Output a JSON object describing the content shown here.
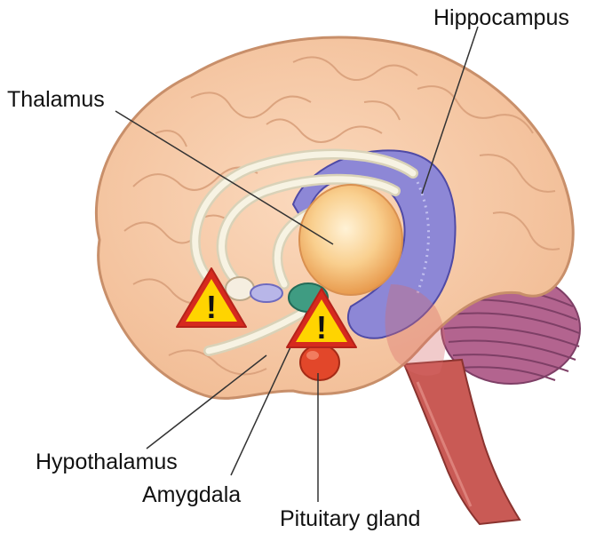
{
  "labels": {
    "hippocampus": "Hippocampus",
    "thalamus": "Thalamus",
    "hypothalamus": "Hypothalamus",
    "amygdala": "Amygdala",
    "pituitary": "Pituitary gland"
  },
  "warning": {
    "symbol": "!",
    "fill": "#ffd400",
    "border": "#d62a1e"
  },
  "colors": {
    "cortex": "#f6c9a3",
    "cortex_outline": "#c88f6a",
    "hippocampus": "#8d87d6",
    "thalamus": "#f4b56a",
    "amygdala": "#3f9c82",
    "pituitary": "#e2472a",
    "brainstem": "#c95a55",
    "cerebellum": "#b05f8c",
    "fornix": "#f3efe0"
  }
}
